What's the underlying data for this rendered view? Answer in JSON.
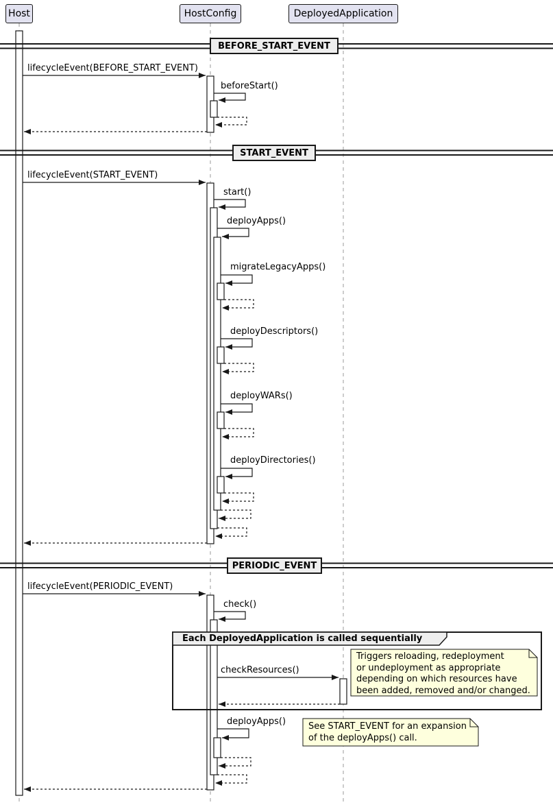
{
  "diagram_type": "uml-sequence-diagram",
  "participants": [
    {
      "label": "Host"
    },
    {
      "label": "HostConfig"
    },
    {
      "label": "DeployedApplication"
    }
  ],
  "dividers": [
    {
      "label": "BEFORE_START_EVENT"
    },
    {
      "label": "START_EVENT"
    },
    {
      "label": "PERIODIC_EVENT"
    }
  ],
  "messages": {
    "lifecycle_before_start": "lifecycleEvent(BEFORE_START_EVENT)",
    "before_start": "beforeStart()",
    "lifecycle_start": "lifecycleEvent(START_EVENT)",
    "start": "start()",
    "deploy_apps": "deployApps()",
    "migrate_legacy_apps": "migrateLegacyApps()",
    "deploy_descriptors": "deployDescriptors()",
    "deploy_wars": "deployWARs()",
    "deploy_directories": "deployDirectories()",
    "lifecycle_periodic": "lifecycleEvent(PERIODIC_EVENT)",
    "check": "check()",
    "check_resources": "checkResources()",
    "deploy_apps_periodic": "deployApps()"
  },
  "group": {
    "title": "Each DeployedApplication is called sequentially"
  },
  "notes": {
    "check_resources_note": {
      "line1": "Triggers reloading, redeployment",
      "line2": "or undeployment as appropriate",
      "line3": "depending on which resources have",
      "line4": "been added, removed and/or changed."
    },
    "deploy_apps_note": {
      "line1": "See START_EVENT for an expansion",
      "line2": "of the deployApps() call."
    }
  },
  "colors": {
    "participant_fill": "#E2E2F0",
    "participant_border": "#181818",
    "line": "#181818",
    "lifeline": "#999999",
    "divider_fill": "#EEEEEE",
    "group_header_fill": "#EEEEEE",
    "note_fill": "#FEFFDD",
    "background": "#FFFFFF"
  }
}
